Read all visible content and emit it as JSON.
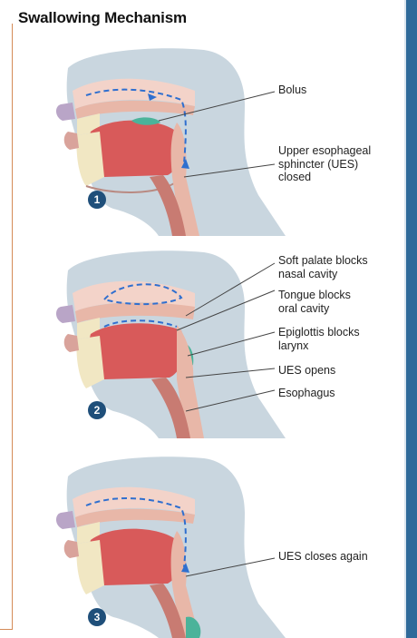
{
  "title": "Swallowing Mechanism",
  "colors": {
    "head": "#c9d6df",
    "tongue": "#d85a5a",
    "mucosa": "#e8b7a8",
    "esophagus": "#c87b72",
    "epiglottis": "#4bb39a",
    "bone": "#f1e7c3",
    "badge": "#1f4f7a",
    "arrow": "#2f6fcf"
  },
  "panels": [
    {
      "number": "1",
      "labels": [
        {
          "text": "Bolus"
        },
        {
          "text": "Upper esophageal\nsphincter (UES)\nclosed"
        }
      ]
    },
    {
      "number": "2",
      "labels": [
        {
          "text": "Soft palate blocks\nnasal cavity"
        },
        {
          "text": "Tongue blocks\noral cavity"
        },
        {
          "text": "Epiglottis blocks\nlarynx"
        },
        {
          "text": "UES opens"
        },
        {
          "text": "Esophagus"
        }
      ]
    },
    {
      "number": "3",
      "labels": [
        {
          "text": "UES closes again"
        }
      ]
    }
  ]
}
